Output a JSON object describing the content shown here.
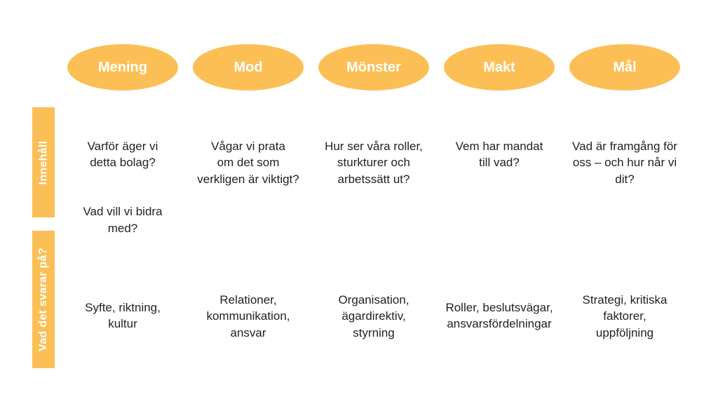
{
  "colors": {
    "accent": "#fbbf56",
    "text": "#222222",
    "background": "#ffffff"
  },
  "columns": [
    {
      "title": "Mening",
      "innehall": [
        "Varför äger vi\ndetta bolag?",
        "Vad vill vi bidra\nmed?"
      ],
      "svarar": "Syfte, riktning,\nkultur"
    },
    {
      "title": "Mod",
      "innehall": [
        "Vågar vi prata\nom det som\nverkligen är viktigt?"
      ],
      "svarar": "Relationer,\nkommunikation,\nansvar"
    },
    {
      "title": "Mönster",
      "innehall": [
        "Hur ser våra roller,\nsturkturer och\narbetssätt ut?"
      ],
      "svarar": "Organisation,\nägardirektiv,\nstyrning"
    },
    {
      "title": "Makt",
      "innehall": [
        "Vem har mandat\ntill vad?"
      ],
      "svarar": "Roller, beslutsvägar,\nansvarsfördelningar"
    },
    {
      "title": "Mål",
      "innehall": [
        "Vad är framgång för\noss – och hur når vi\ndit?"
      ],
      "svarar": "Strategi, kritiska\nfaktorer,\nuppföljning"
    }
  ],
  "rows": {
    "innehall_label": "Innehåll",
    "svarar_label": "Vad det svarar på?"
  }
}
